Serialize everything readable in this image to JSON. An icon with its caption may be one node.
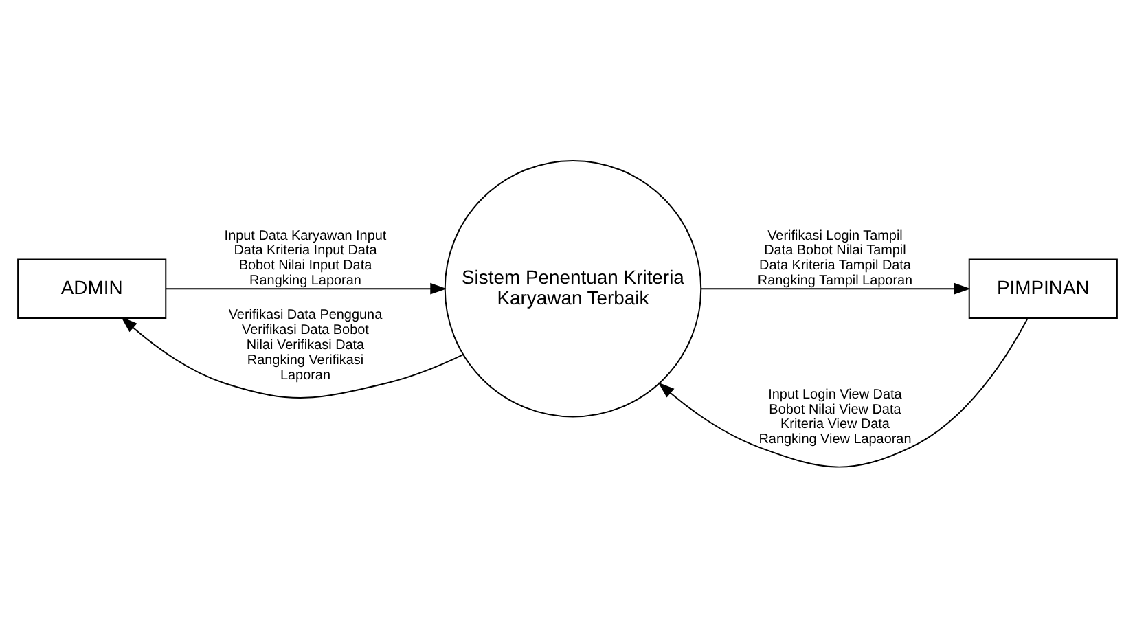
{
  "diagram": {
    "nodes": [
      {
        "text": [
          "ADMIN"
        ]
      },
      {
        "text": [
          "Sistem Penentuan Kriteria Karyawan Terbaik"
        ]
      },
      {
        "text": [
          "PIMPINAN"
        ]
      }
    ],
    "edges": [
      {
        "from": 0,
        "to": 1,
        "arrow": "to",
        "label": "Input Data Karyawan Input Data Kriteria Input Data Bobot Nilai Input Data Rangking Laporan"
      },
      {
        "from": 2,
        "to": 1,
        "arrow": "to",
        "label": "Input Login View Data Bobot Nilai View Data Kriteria View Data Rangking View Lapaoran"
      },
      {
        "from": 1,
        "to": 0,
        "arrow": "to",
        "label": "Verifikasi Data Pengguna Verifikasi Data Bobot Nilai Verifikasi Data Rangking Verifikasi Laporan"
      },
      {
        "from": 1,
        "to": 2,
        "arrow": "to",
        "label": "Verifikasi Login Tampil Data Bobot Nilai Tampil Data Kriteria Tampil Data Rangking Tampil Laporan"
      }
    ]
  }
}
